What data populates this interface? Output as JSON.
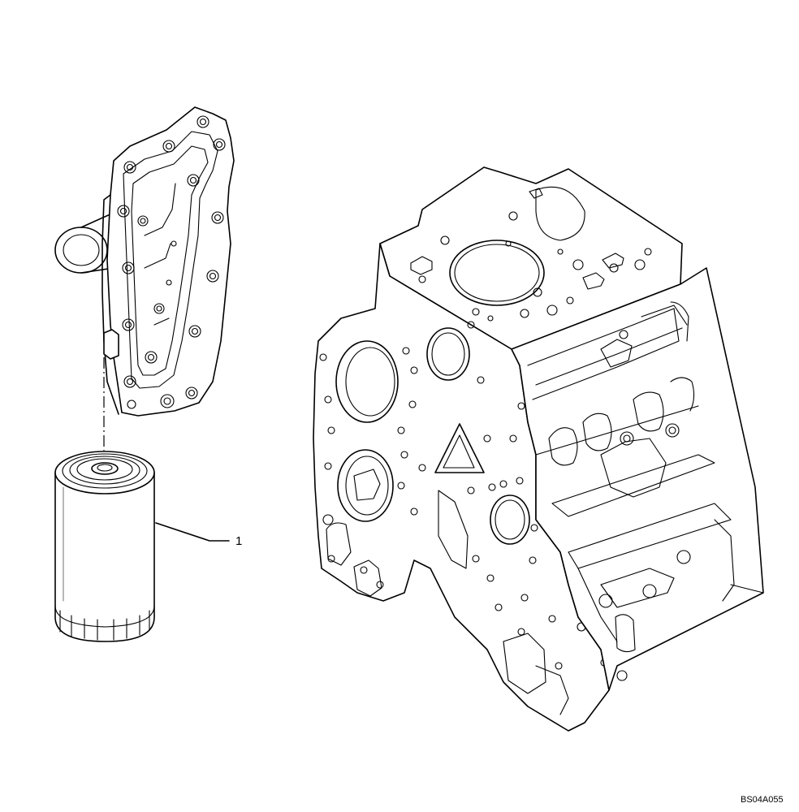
{
  "figure": {
    "callouts": [
      {
        "number": "1",
        "part": "oil-filter"
      }
    ],
    "reference_code": "BS04A055",
    "line_color": "#000000",
    "background": "#ffffff"
  }
}
